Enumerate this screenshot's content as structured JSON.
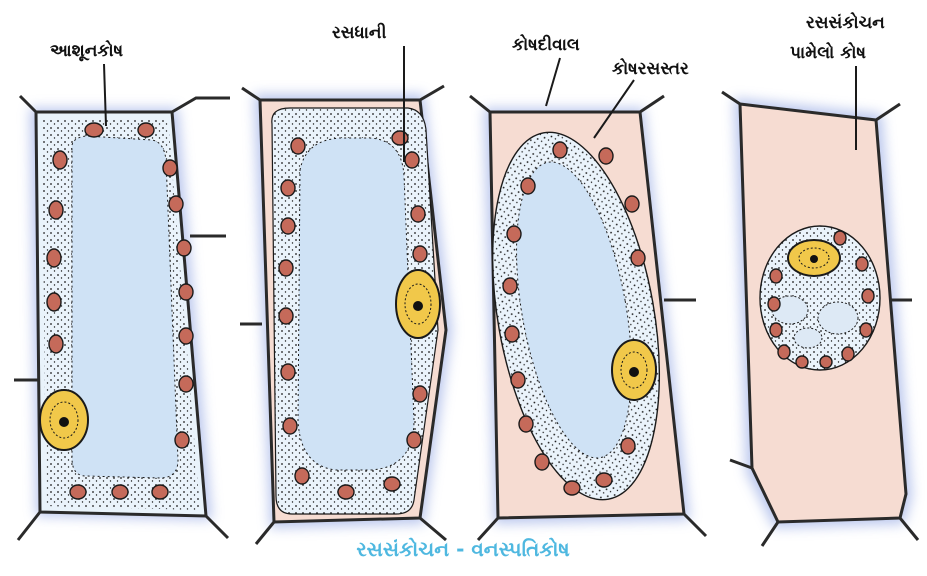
{
  "labels": {
    "chloroplast": "આશૂનકોષ",
    "vacuole": "રસધાની",
    "cell_wall": "કોષદીવાલ",
    "cell_membrane": "કોષરસસ્તર",
    "plasmolysed_line1": "રસસંકોચન",
    "plasmolysed_line2": "પામેલો કોષ"
  },
  "caption": "રસસંકોચન - વનસ્પતિકોષ",
  "colors": {
    "wall_glow": "#9fb0e6",
    "wall_line": "#2a2a2a",
    "cytoplasm": "#e9f3fb",
    "vacuole": "#cfe2f5",
    "chloroplast": "#c56a5a",
    "nucleus": "#f1c84a",
    "space": "#f6dcd2",
    "caption": "#4fb8e0"
  }
}
